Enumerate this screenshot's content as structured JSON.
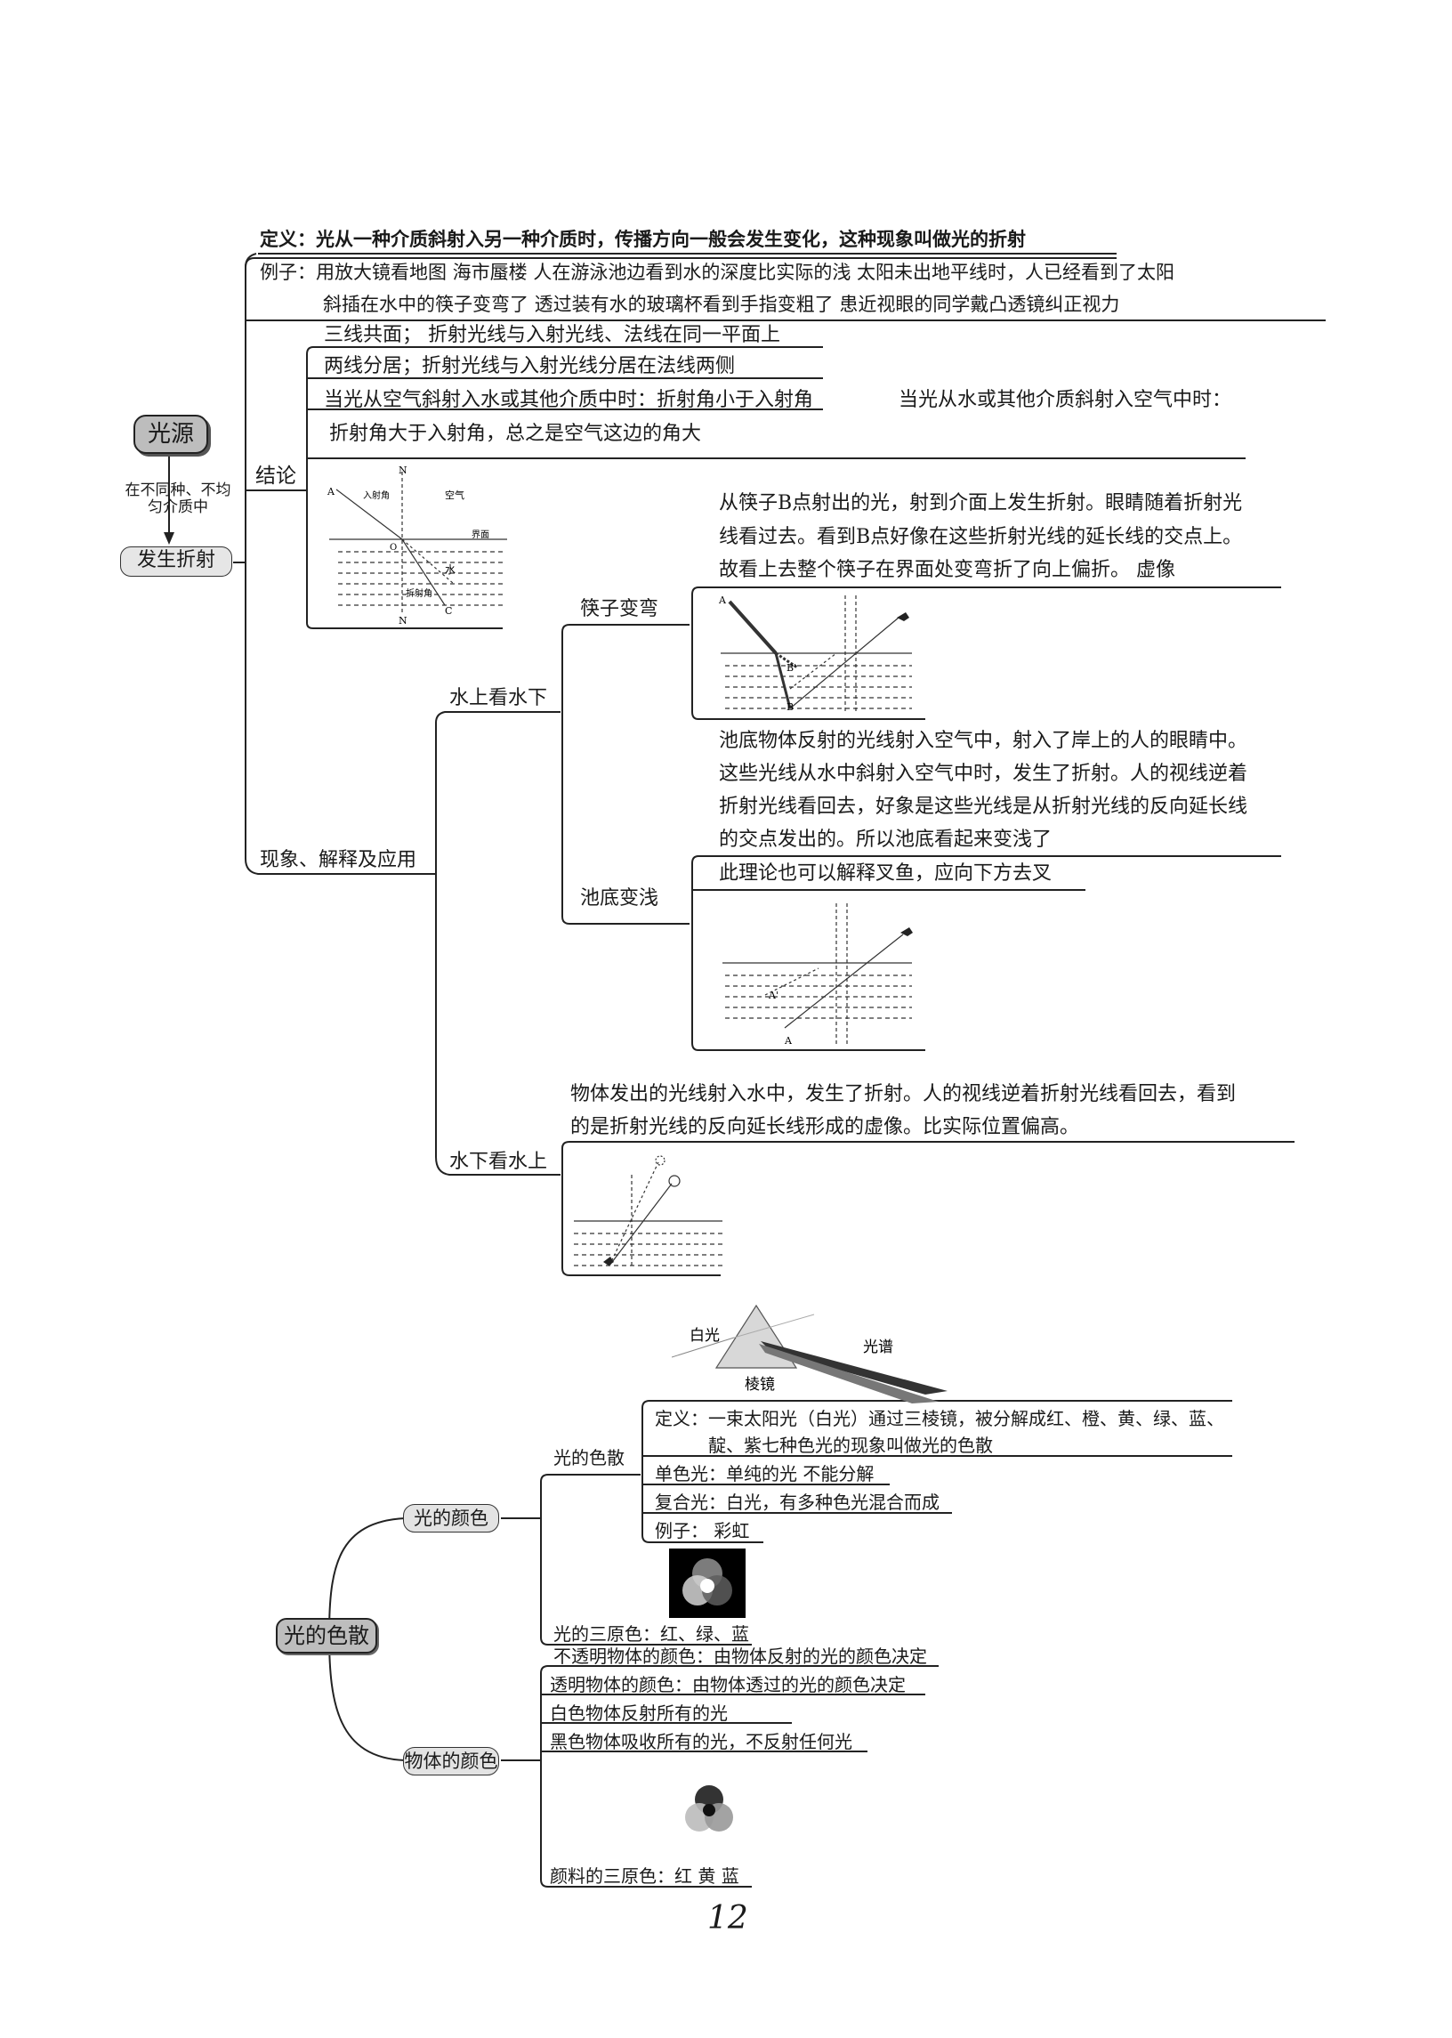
{
  "refraction": {
    "root": "光源",
    "connector": "在不同种、不均匀介质中",
    "main": "发生折射",
    "definition": "定义：光从一种介质斜射入另一种介质时，传播方向一般会发生变化，这种现象叫做光的折射",
    "examples_line1": "例子：用放大镜看地图  海市蜃楼  人在游泳池边看到水的深度比实际的浅    太阳未出地平线时，人已经看到了太阳",
    "examples_line2": "斜插在水中的筷子变弯了  透过装有水的玻璃杯看到手指变粗了          患近视眼的同学戴凸透镜纠正视力",
    "conclusion_label": "结论",
    "conclusion_1": "三线共面；  折射光线与入射光线、法线在同一平面上",
    "conclusion_2": "两线分居；折射光线与入射光线分居在法线两侧",
    "conclusion_3a": "当光从空气斜射入水或其他介质中时：折射角小于入射角",
    "conclusion_3b": "当光从水或其他介质斜射入空气中时：",
    "conclusion_3c": "折射角大于入射角，总之是空气这边的角大",
    "diagram_labels": {
      "A": "A",
      "N_top": "N",
      "incident_angle": "入射角",
      "air": "空气",
      "interface": "界面",
      "O": "O",
      "water": "水",
      "refraction_angle": "折射角",
      "C": "C",
      "N_bottom": "N"
    },
    "phenomena_label": "现象、解释及应用",
    "above_label": "水上看水下",
    "chopstick_label": "筷子变弯",
    "chopstick_text": [
      "从筷子B点射出的光，射到介面上发生折射。眼睛随着折射光",
      "线看过去。看到B点好像在这些折射光线的延长线的交点上。",
      "故看上去整个筷子在界面处变弯折了向上偏折。 虚像"
    ],
    "chopstick_fig": {
      "A": "A",
      "B1": "B'",
      "B": "B"
    },
    "pool_label": "池底变浅",
    "pool_text": [
      "池底物体反射的光线射入空气中，射入了岸上的人的眼睛中。",
      "这些光线从水中斜射入空气中时，发生了折射。人的视线逆着",
      "折射光线看回去，好象是这些光线是从折射光线的反向延长线",
      "的交点发出的。所以池底看起来变浅了"
    ],
    "fish_text": "此理论也可以解释叉鱼，应向下方去叉",
    "pool_fig": {
      "A1": "A'",
      "A": "A"
    },
    "below_label": "水下看水上",
    "below_text": [
      "物体发出的光线射入水中，发生了折射。人的视线逆着折射光线看回去，看到",
      "的是折射光线的反向延长线形成的虚像。比实际位置偏高。"
    ]
  },
  "dispersion": {
    "root": "光的色散",
    "prism": {
      "white_light": "白光",
      "prism": "棱镜",
      "spectrum": "光谱"
    },
    "light_color": "光的颜色",
    "dispersion_label": "光的色散",
    "def_line1": "定义：一束太阳光（白光）通过三棱镜，被分解成红、橙、黄、绿、蓝、",
    "def_line2": "靛、紫七种色光的现象叫做光的色散",
    "mono": "单色光：单纯的光 不能分解",
    "composite": "复合光：白光，有多种色光混合而成",
    "example": "例子：  彩虹",
    "primary_light": "光的三原色：红、绿、蓝",
    "object_color": "物体的颜色",
    "opaque": "不透明物体的颜色：由物体反射的光的颜色决定",
    "transparent": "透明物体的颜色：由物体透过的光的颜色决定",
    "white_obj": "白色物体反射所有的光",
    "black_obj": "黑色物体吸收所有的光，不反射任何光",
    "pigment": "颜料的三原色：红 黄 蓝"
  },
  "page_number": "12"
}
